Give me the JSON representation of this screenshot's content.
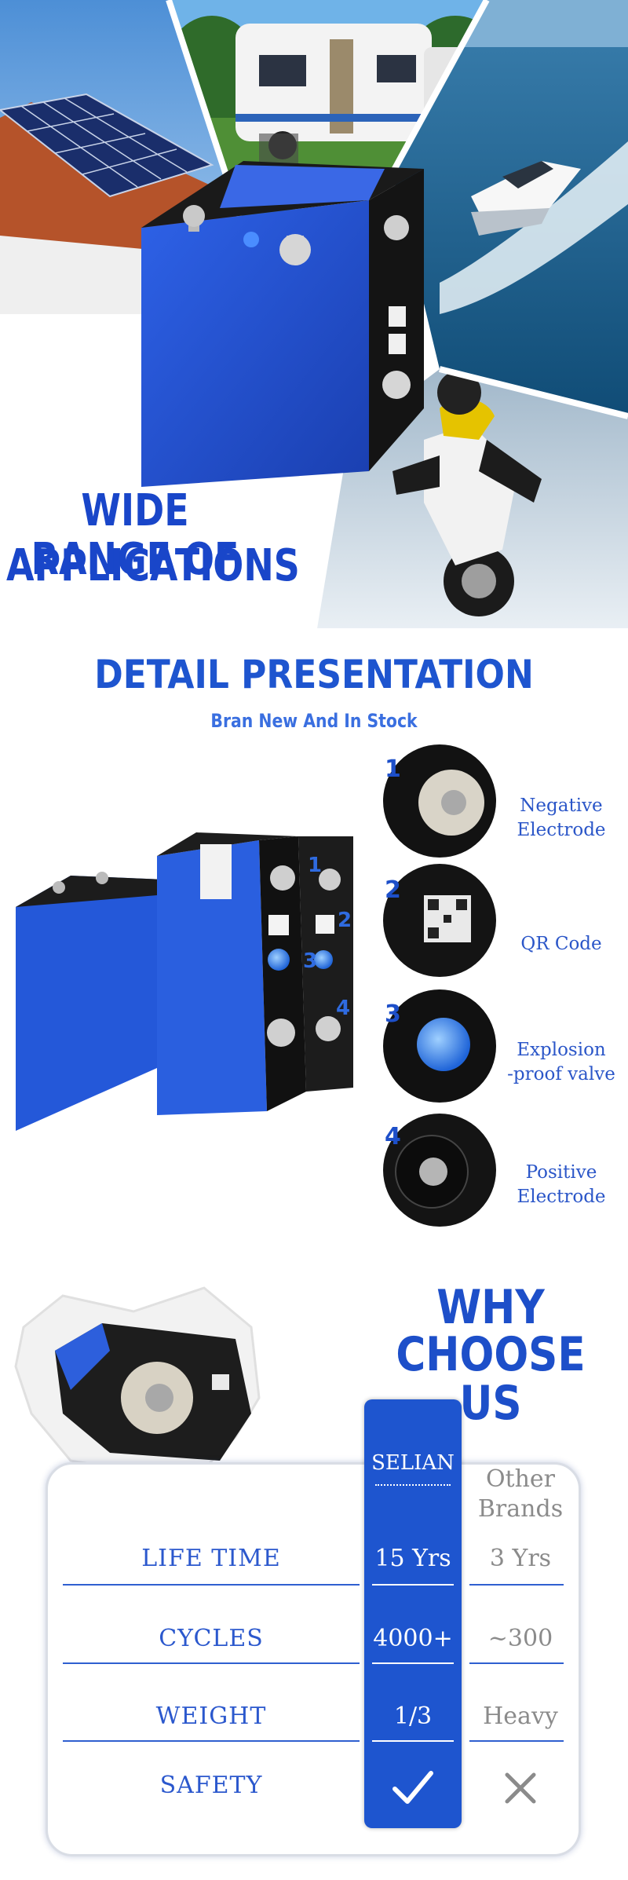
{
  "applications": {
    "title_line1": "WIDE RANGE OF",
    "title_line2": "APPLICATIONS",
    "scenes": [
      "solar-roof",
      "camper-van",
      "speed-boat",
      "motocross-bike"
    ]
  },
  "detail": {
    "title": "DETAIL PRESENTATION",
    "subtitle": "Bran New And In Stock",
    "features": [
      {
        "number": "1",
        "label_line1": "Negative",
        "label_line2": "Electrode"
      },
      {
        "number": "2",
        "label_line1": "QR Code",
        "label_line2": ""
      },
      {
        "number": "3",
        "label_line1": "Explosion",
        "label_line2": "-proof valve"
      },
      {
        "number": "4",
        "label_line1": "Positive",
        "label_line2": "Electrode"
      }
    ],
    "cell_markers": [
      "1",
      "2",
      "3",
      "4"
    ]
  },
  "why": {
    "title_line1": "WHY",
    "title_line2": "CHOOSE US",
    "brand": "SELIAN",
    "other_line1": "Other",
    "other_line2": "Brands",
    "rows": [
      {
        "label": "LIFE TIME",
        "selian": "15 Yrs",
        "other": "3 Yrs"
      },
      {
        "label": "CYCLES",
        "selian": "4000+",
        "other": "~300"
      },
      {
        "label": "WEIGHT",
        "selian": "1/3",
        "other": "Heavy"
      },
      {
        "label": "SAFETY",
        "selian_icon": "check-icon",
        "other_icon": "cross-icon"
      }
    ]
  },
  "colors": {
    "brand_blue": "#1e55cf",
    "cell_blue": "#2453d6",
    "cell_black": "#151515",
    "other_gray": "#8b8b8b"
  }
}
